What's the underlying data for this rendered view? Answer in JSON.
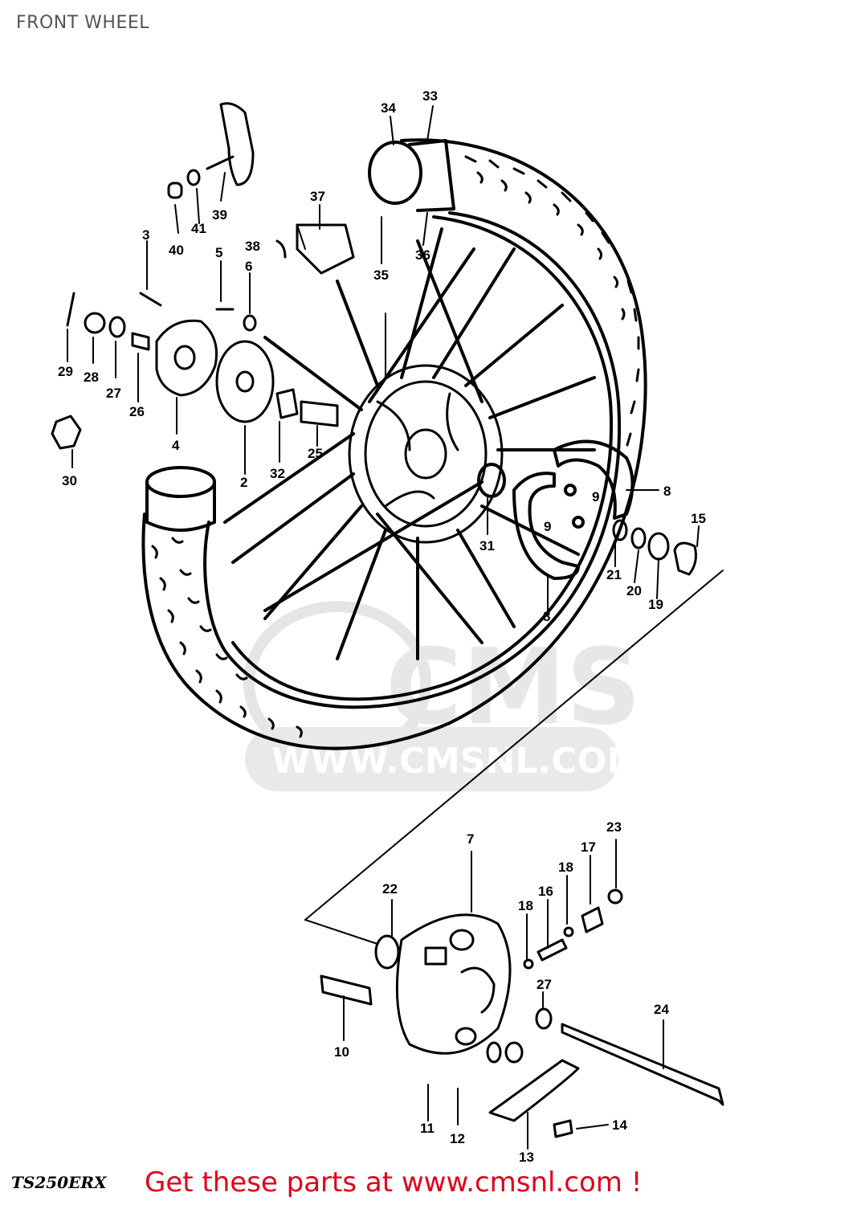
{
  "page": {
    "title": "FRONT WHEEL",
    "model_code": "TS250ERX",
    "footer_link": "Get these parts at www.cmsnl.com !"
  },
  "watermark": {
    "logo_text": "CMS",
    "url_text": "WWW.CMSNL.COM"
  },
  "callouts": [
    "33",
    "34",
    "37",
    "38",
    "36",
    "35",
    "39",
    "40",
    "41",
    "3",
    "5",
    "6",
    "29",
    "28",
    "27",
    "26",
    "30",
    "4",
    "2",
    "32",
    "25",
    "31",
    "8",
    "9",
    "9",
    "15",
    "21",
    "20",
    "19",
    "8",
    "7",
    "22",
    "23",
    "17",
    "18",
    "16",
    "18",
    "10",
    "27",
    "24",
    "11",
    "12",
    "13",
    "14"
  ],
  "colors": {
    "footer": "#e0001a",
    "title": "#555555",
    "ink": "#000000",
    "watermark": "#d8d8d8"
  }
}
